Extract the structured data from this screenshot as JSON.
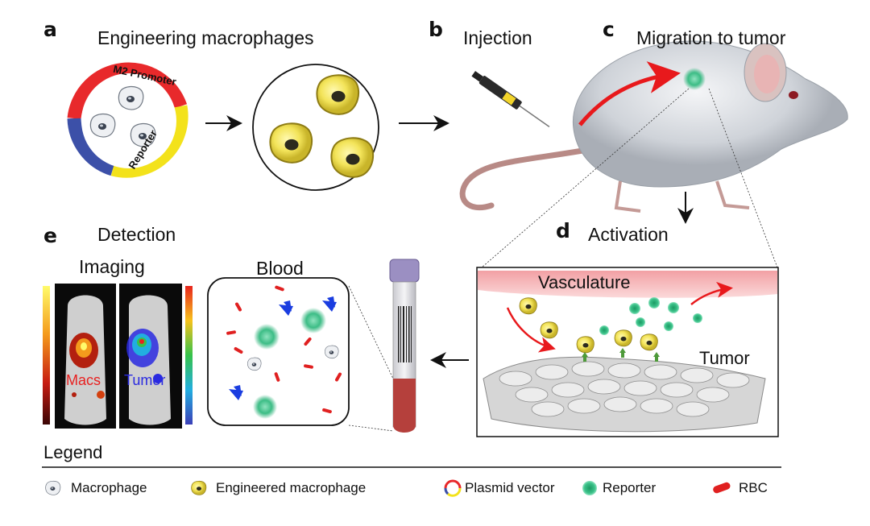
{
  "panels": {
    "a": {
      "letter": "a",
      "title": "Engineering macrophages",
      "plasmid_labels": [
        "M2 Promoter",
        "Reporter"
      ]
    },
    "b": {
      "letter": "b",
      "title": "Injection"
    },
    "c": {
      "letter": "c",
      "title": "Migration to tumor"
    },
    "d": {
      "letter": "d",
      "title": "Activation",
      "vasculature_label": "Vasculature",
      "tumor_label": "Tumor"
    },
    "e": {
      "letter": "e",
      "title": "Detection",
      "imaging_label": "Imaging",
      "macs_label": "Macs",
      "tumor_label": "Tumor",
      "blood_label": "Blood"
    }
  },
  "legend": {
    "title": "Legend",
    "items": [
      {
        "label": "Macrophage",
        "icon": "macrophage-icon"
      },
      {
        "label": "Engineered macrophage",
        "icon": "engineered-macrophage-icon"
      },
      {
        "label": "Plasmid vector",
        "icon": "plasmid-vector-icon"
      },
      {
        "label": "Reporter",
        "icon": "reporter-icon"
      },
      {
        "label": "RBC",
        "icon": "rbc-icon"
      }
    ]
  },
  "colors": {
    "plasmid_red": "#e8292b",
    "plasmid_yellow": "#f3e21b",
    "plasmid_blue": "#3c50a8",
    "macrophage_yellow": "#f2e25a",
    "reporter_green": "#2db27a",
    "rbc_red": "#e02020",
    "blue_arrow": "#1a3de0",
    "macs_text": "#e82020",
    "tumor_text": "#2a2ae0"
  }
}
